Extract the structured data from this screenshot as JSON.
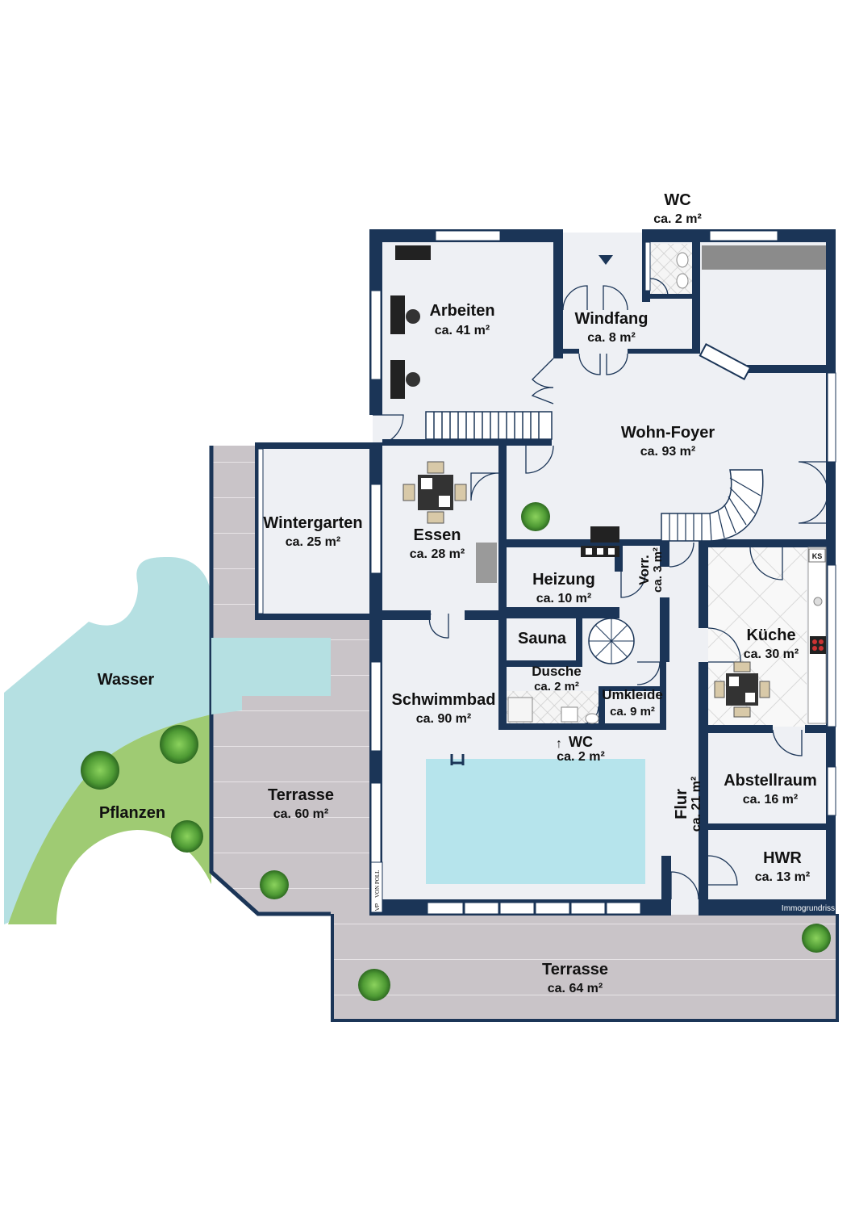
{
  "rooms": {
    "wc_top": {
      "name": "WC",
      "area": "ca. 2 m²"
    },
    "arbeiten": {
      "name": "Arbeiten",
      "area": "ca. 41 m²"
    },
    "windfang": {
      "name": "Windfang",
      "area": "ca. 8 m²"
    },
    "wohn_foyer": {
      "name": "Wohn-Foyer",
      "area": "ca. 93 m²"
    },
    "wintergarten": {
      "name": "Wintergarten",
      "area": "ca. 25 m²"
    },
    "essen": {
      "name": "Essen",
      "area": "ca. 28 m²"
    },
    "heizung": {
      "name": "Heizung",
      "area": "ca. 10 m²"
    },
    "vorr": {
      "name": "Vorr.",
      "area": "ca. 3 m²"
    },
    "kueche": {
      "name": "Küche",
      "area": "ca. 30 m²"
    },
    "sauna": {
      "name": "Sauna"
    },
    "dusche": {
      "name": "Dusche",
      "area": "ca. 2 m²"
    },
    "umkleide": {
      "name": "Umkleide",
      "area": "ca. 9 m²"
    },
    "schwimmbad": {
      "name": "Schwimmbad",
      "area": "ca. 90 m²"
    },
    "wc_bad": {
      "name": "WC",
      "area": "ca. 2 m²"
    },
    "flur": {
      "name": "Flur",
      "area": "ca. 21 m²"
    },
    "abstellraum": {
      "name": "Abstellraum",
      "area": "ca. 16 m²"
    },
    "hwr": {
      "name": "HWR",
      "area": "ca. 13 m²"
    },
    "terrasse_west": {
      "name": "Terrasse",
      "area": "ca. 60 m²"
    },
    "terrasse_sued": {
      "name": "Terrasse",
      "area": "ca. 64 m²"
    },
    "wasser": {
      "name": "Wasser"
    },
    "pflanzen": {
      "name": "Pflanzen"
    }
  },
  "labels": {
    "fridge": "KS",
    "credit": "Immogrundriss",
    "logo_initials": "VP",
    "logo_text": "VON POLL"
  },
  "colors": {
    "wall": "#1b3557",
    "floor": "#eef0f4",
    "deck": "#c9c4c8",
    "water": "#b5e0e2",
    "pool": "#b6e4ec",
    "grass": "#9fcb73"
  }
}
